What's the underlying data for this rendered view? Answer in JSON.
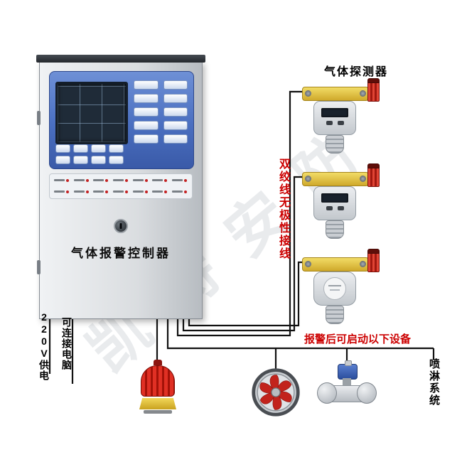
{
  "watermark": "凯特安防",
  "labels": {
    "detector_title": "气体探测器",
    "controller": "气体报警控制器",
    "wiring_note": "双绞线无极性接线",
    "alarm_note": "报警后可启动以下设备",
    "power": "220V供电",
    "computer": "可连接电脑",
    "spray": "喷淋系统"
  },
  "colors": {
    "wire_black": "#111111",
    "note_red": "#cc0000",
    "panel_blue": "#4a6fc0",
    "bracket_yellow": "#e2c23a",
    "beacon_red": "#c42a1e"
  },
  "icons": {
    "controller": "gas-alarm-controller",
    "detectors": [
      "gas-detector-lcd",
      "gas-detector-lcd",
      "gas-detector-round"
    ],
    "output_devices": [
      "alarm-strobe-light",
      "exhaust-fan",
      "solenoid-valve"
    ]
  }
}
